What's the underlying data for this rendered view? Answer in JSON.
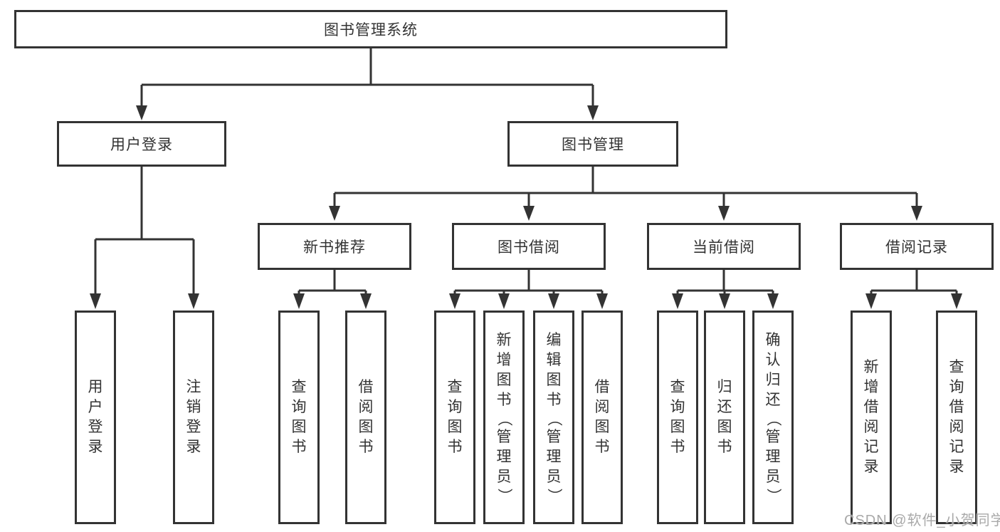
{
  "diagram": {
    "root": {
      "label": "图书管理系统"
    },
    "level2": [
      {
        "label": "用户登录"
      },
      {
        "label": "图书管理"
      }
    ],
    "level3": [
      {
        "label": "新书推荐"
      },
      {
        "label": "图书借阅"
      },
      {
        "label": "当前借阅"
      },
      {
        "label": "借阅记录"
      }
    ],
    "leaves": {
      "login": [
        "用户登录",
        "注销登录"
      ],
      "recommend": [
        "查询图书",
        "借阅图书"
      ],
      "borrow": [
        "查询图书",
        "新增图书（管理员）",
        "编辑图书（管理员）",
        "借阅图书"
      ],
      "current": [
        "查询图书",
        "归还图书",
        "确认归还（管理员）"
      ],
      "records": [
        "新增借阅记录",
        "查询借阅记录"
      ]
    }
  },
  "colors": {
    "line": "#333333",
    "box_border": "#333333",
    "text": "#333333",
    "background": "#ffffff",
    "watermark": "#a9a9a9"
  },
  "watermark": "CSDN @软件_小贺同学"
}
